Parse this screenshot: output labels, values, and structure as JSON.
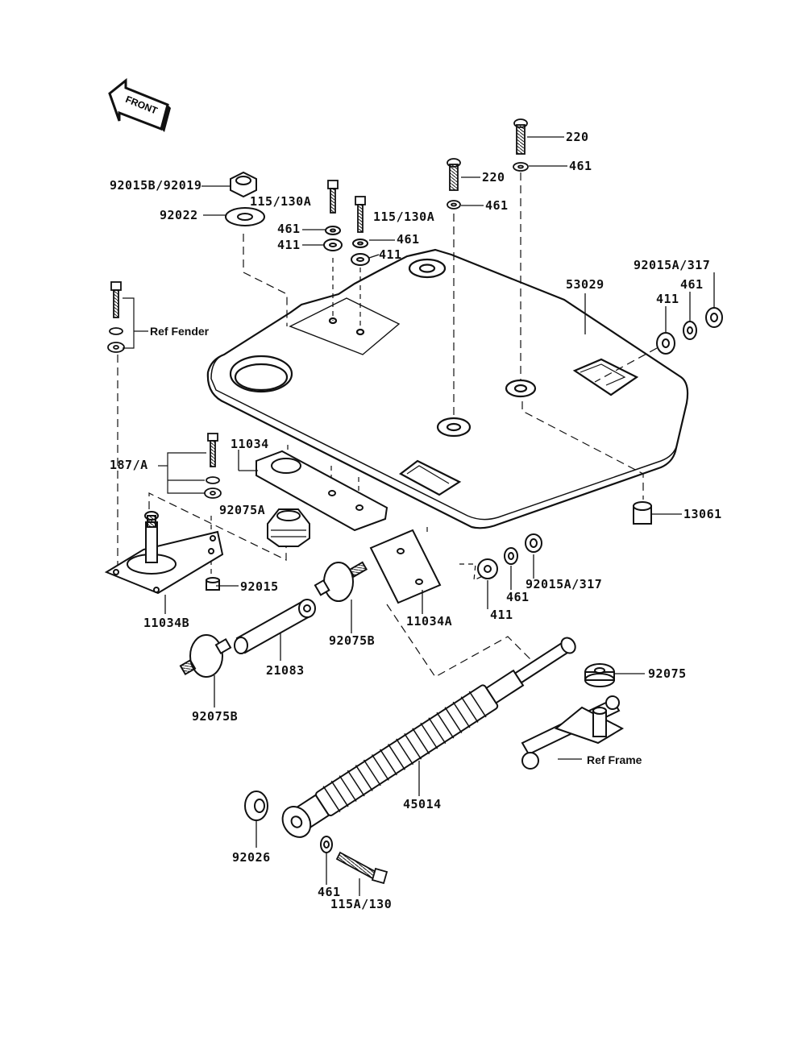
{
  "front_label": "FRONT",
  "parts": {
    "p92015b_92019": "92015B/92019",
    "p92022": "92022",
    "p115_130a_1": "115/130A",
    "p115_130a_2": "115/130A",
    "p461_a": "461",
    "p411_a": "411",
    "p461_b": "461",
    "p411_b": "411",
    "p220_a": "220",
    "p220_b": "220",
    "p461_c": "461",
    "p461_d": "461",
    "p53029": "53029",
    "p92015a_317_top": "92015A/317",
    "p461_e": "461",
    "p411_c": "411",
    "ref_fender": "Ref Fender",
    "p187a": "187/A",
    "p11034": "11034",
    "p92075a": "92075A",
    "p13061": "13061",
    "p92015": "92015",
    "p11034b": "11034B",
    "p11034a": "11034A",
    "p411_d": "411",
    "p461_f": "461",
    "p92015a_317_bot": "92015A/317",
    "p21083": "21083",
    "p92075b_1": "92075B",
    "p92075b_2": "92075B",
    "p92075": "92075",
    "ref_frame": "Ref Frame",
    "p45014": "45014",
    "p92026": "92026",
    "p461_g": "461",
    "p115a_130": "115A/130"
  }
}
